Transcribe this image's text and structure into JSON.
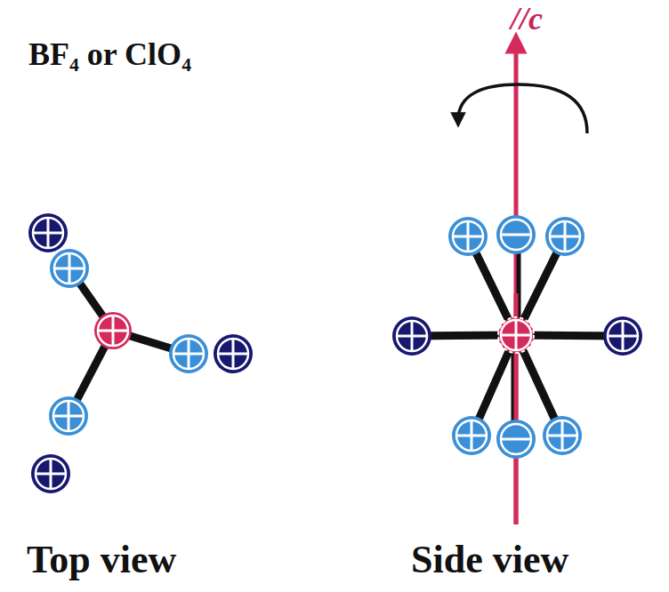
{
  "diagram": {
    "labels": [
      "BF₄ or ClO₄",
      "//c",
      "Top view",
      "Side view"
    ]
  }
}
